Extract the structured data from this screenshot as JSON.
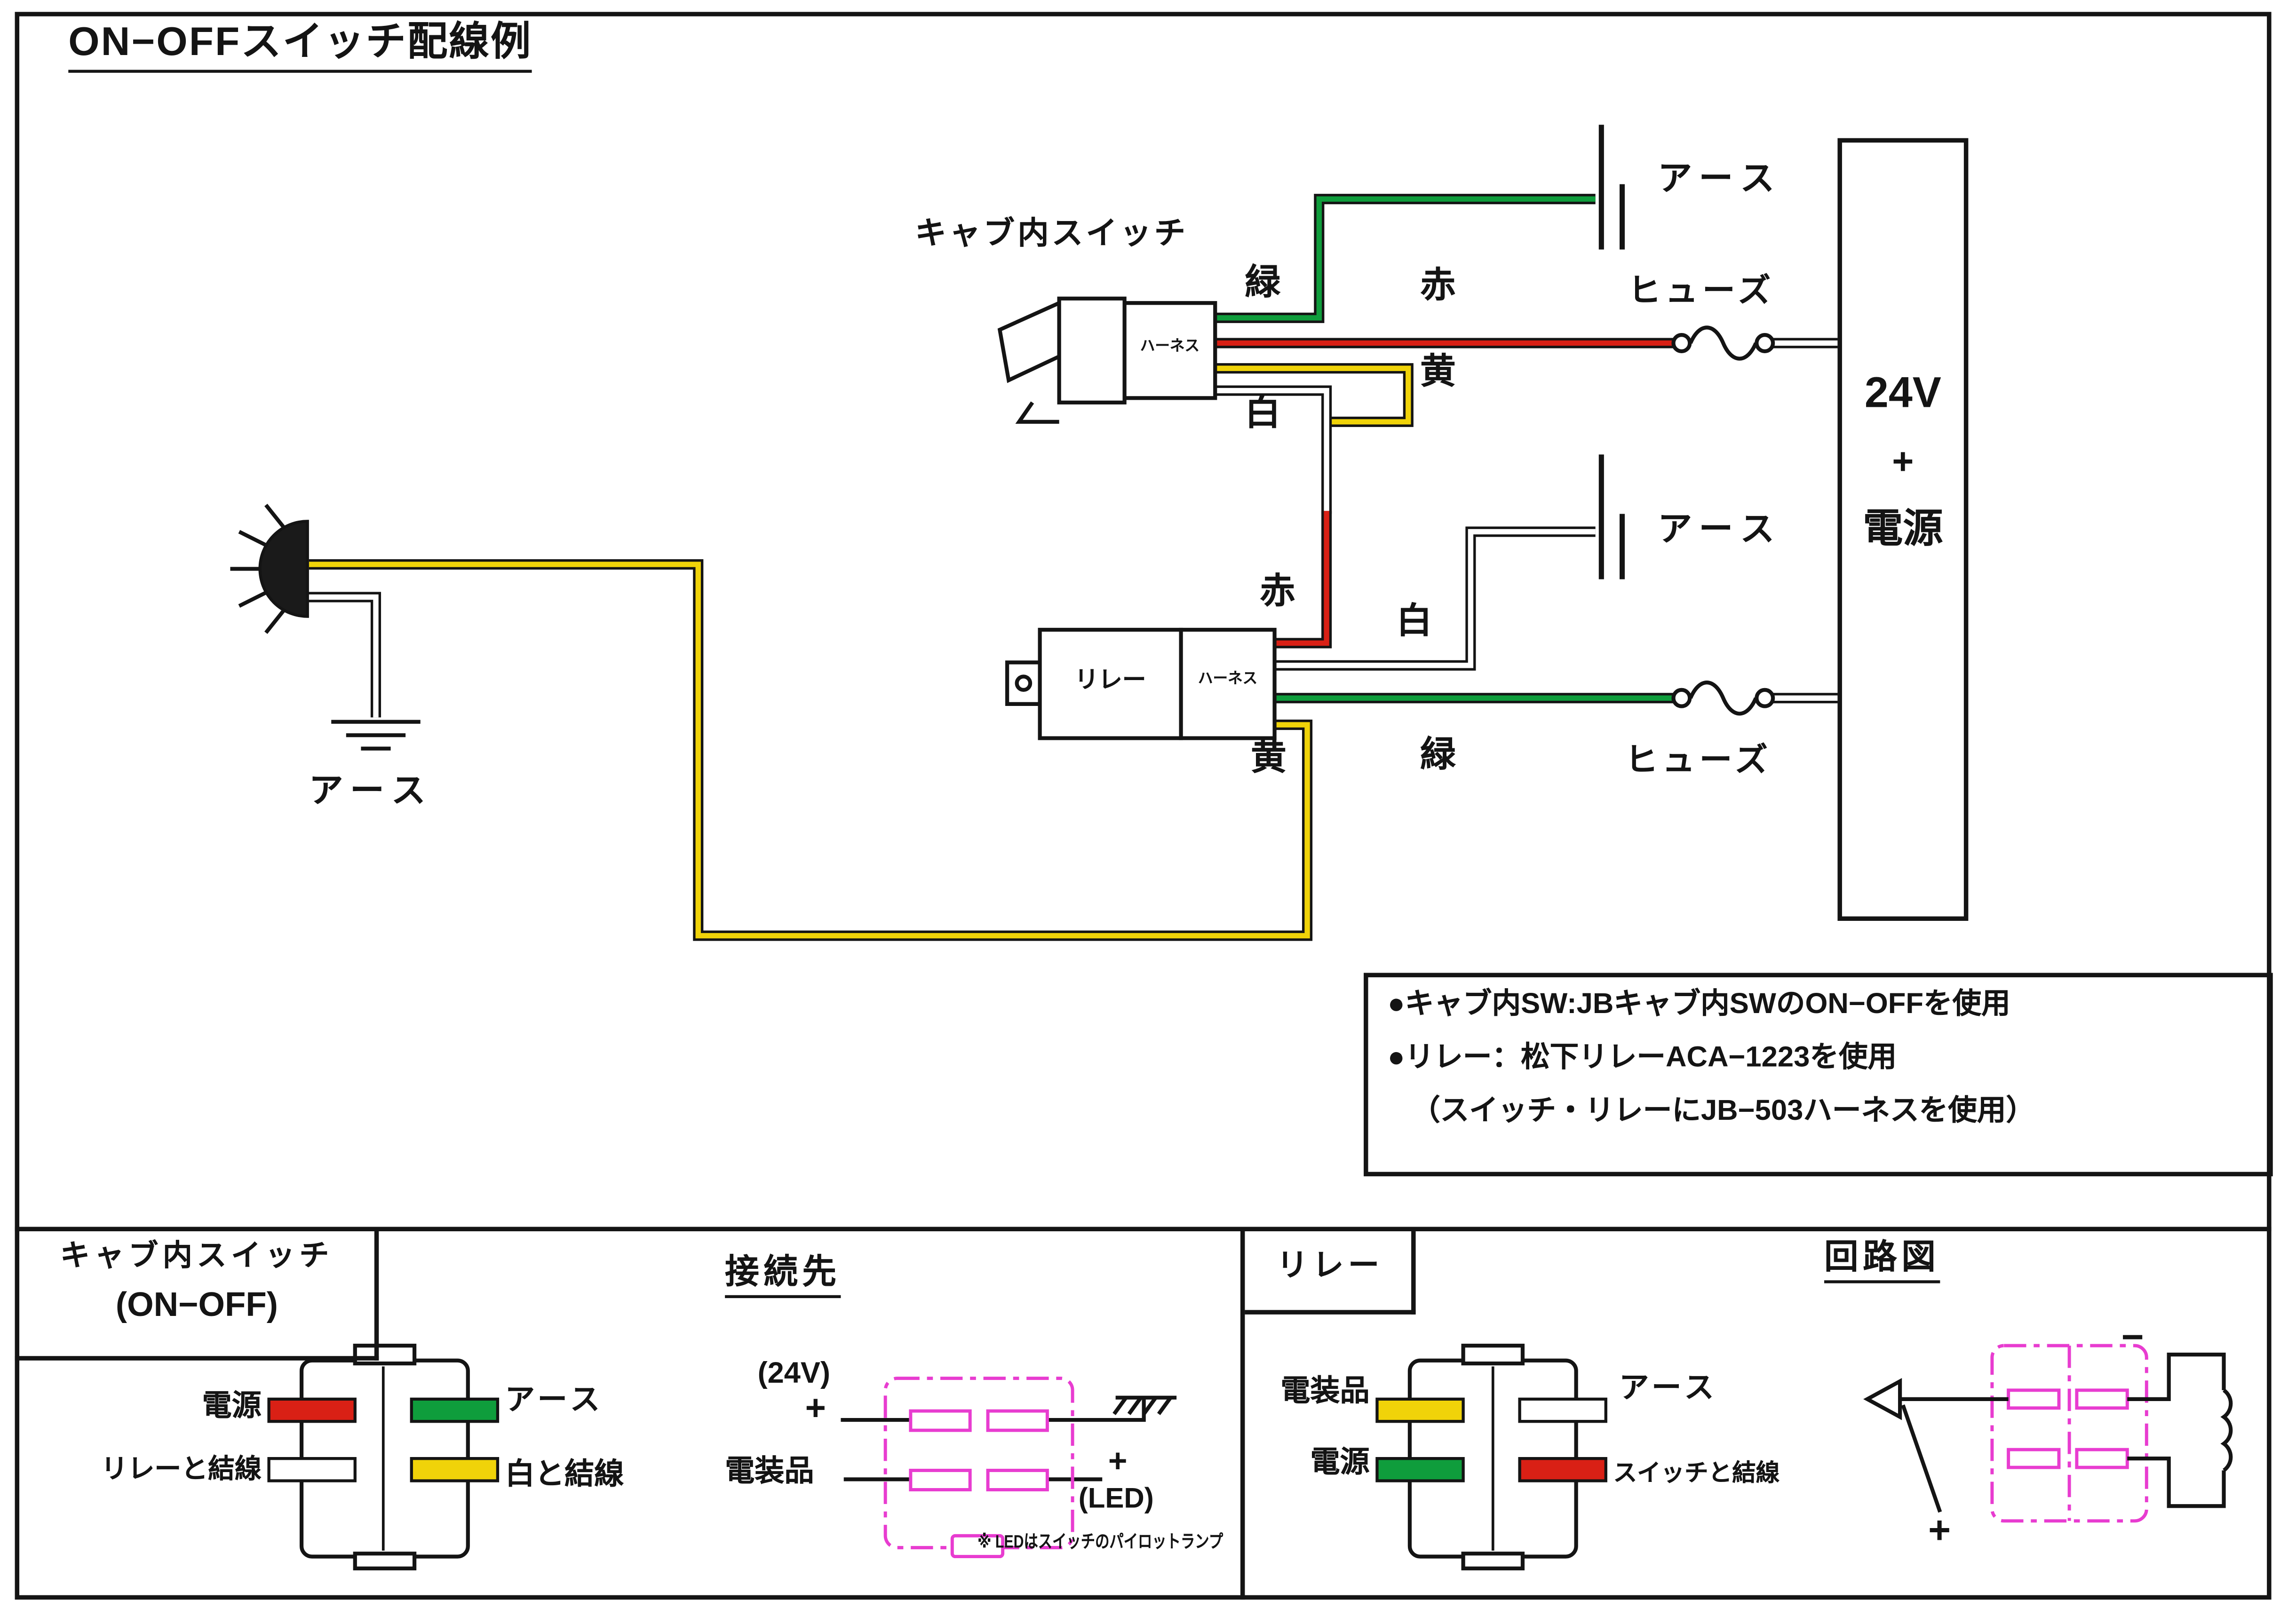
{
  "title": "ON−OFFスイッチ配線例",
  "main": {
    "switch_label": "キャブ内スイッチ",
    "switch_harness": "ハーネス",
    "relay": "リレー",
    "relay_harness": "ハーネス",
    "wires": {
      "green_top": "緑",
      "red_top": "赤",
      "yellow_top": "黄",
      "white_top": "白",
      "red_relay": "赤",
      "white_relay": "白",
      "green_relay": "緑",
      "yellow_relay": "黄"
    },
    "earth_top": "アース",
    "earth_mid": "アース",
    "earth_lamp": "アース",
    "fuse_top": "ヒューズ",
    "fuse_bottom": "ヒューズ",
    "power": {
      "volts": "24V",
      "plus": "+",
      "label": "電源"
    },
    "notes": [
      "●キャブ内SW:JBキャブ内SWのON−OFFを使用",
      "●リレー：松下リレーACA−1223を使用",
      "（スイッチ・リレーにJB−503ハーネスを使用）"
    ]
  },
  "switch_panel": {
    "title1": "キャブ内スイッチ",
    "title2": "(ON−OFF)",
    "power": "電源",
    "earth": "アース",
    "to_relay": "リレーと結線",
    "to_white": "白と結線"
  },
  "connect_panel": {
    "title": "接続先",
    "v24": "(24V)",
    "plus_in": "+",
    "equipment": "電装品",
    "plus_out": "+",
    "led": "(LED)",
    "note": "※ LEDはスイッチのパイロットランプ"
  },
  "relay_panel": {
    "title": "リレー",
    "equipment": "電装品",
    "earth": "アース",
    "power": "電源",
    "to_switch": "スイッチと結線"
  },
  "circuit_panel": {
    "title": "回路図",
    "minus": "−",
    "plus": "+"
  },
  "colors": {
    "green": "#0f9d3c",
    "red": "#d92015",
    "yellow": "#f0d309",
    "magenta": "#e83cd0"
  }
}
